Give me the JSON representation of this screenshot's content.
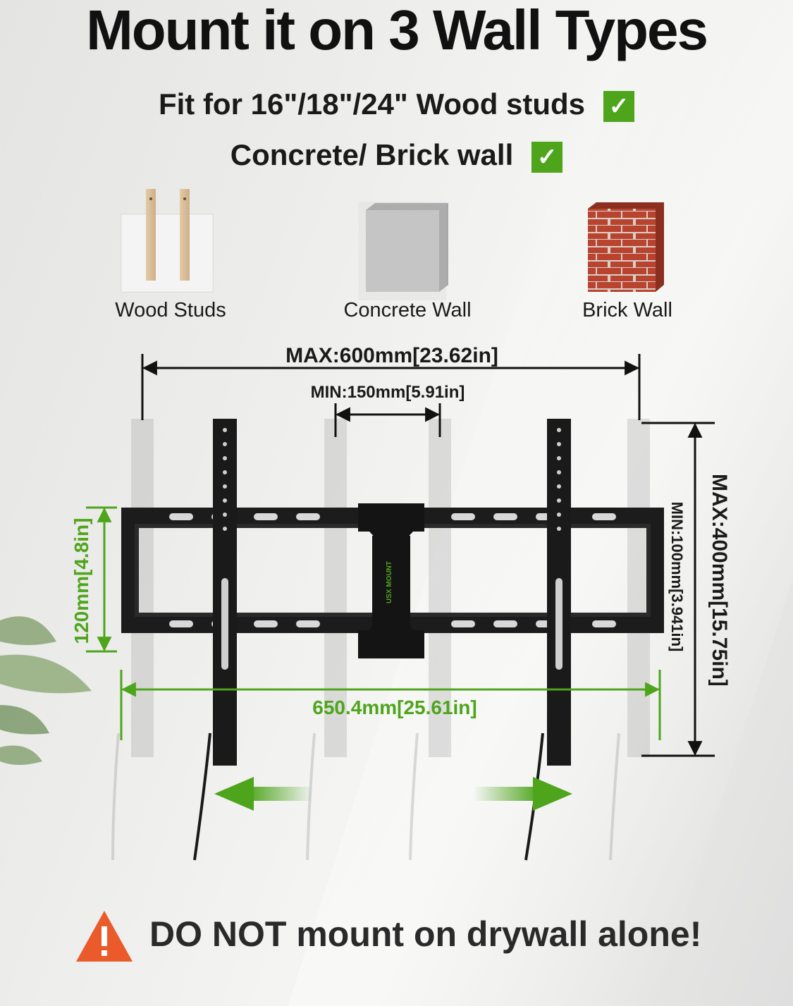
{
  "headline": "Mount it on 3 Wall Types",
  "fit_lines": [
    {
      "text": "Fit for 16\"/18\"/24\" Wood studs",
      "check": "✓"
    },
    {
      "text": "Concrete/ Brick wall",
      "check": "✓"
    }
  ],
  "wall_types": [
    {
      "label": "Wood Studs",
      "icon": "wood-studs-icon"
    },
    {
      "label": "Concrete Wall",
      "icon": "concrete-block-icon"
    },
    {
      "label": "Brick Wall",
      "icon": "brick-block-icon"
    }
  ],
  "dimensions": {
    "max_width": "MAX:600mm[23.62in]",
    "min_width": "MIN:150mm[5.91in]",
    "max_height": "MAX:400mm[15.75in]",
    "min_height": "MIN:100mm[3.941in]",
    "bracket_height": "120mm[4.8in]",
    "bracket_width": "650.4mm[25.61in]"
  },
  "logo_text": "USX MOUNT",
  "warning": "DO NOT mount on drywall alone!",
  "colors": {
    "accent_green": "#4ea51c",
    "warning_orange": "#ea5a2b",
    "bracket": "#1c1c1c"
  }
}
